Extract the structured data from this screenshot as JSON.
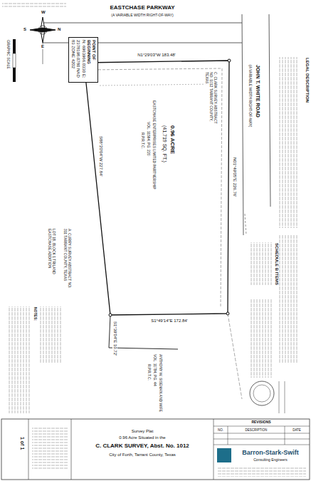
{
  "diagram": {
    "nodes": [
      {
        "text": [
          "POINT OF BEGINNING",
          "N: 6963966.0330 E: 2378198.0780 NAD 83 ZONE 4202"
        ]
      }
    ],
    "labels": [
      "EASTCHASE PARKWAY",
      "(A VARIABLE WIDTH RIGHT-OF-WAY)",
      "N1°29'03\"W 183.48'",
      "JOHN T. WHITE ROAD",
      "(A VARIABLE WIDTH RIGHT-OF-WAY)",
      "C. CLARK SURVEY ABSTRACT NO. 1012 TARRANT COUNTY, TEXAS",
      "0.96 ACRE",
      "(41,719 SQ. FT.)",
      "EASTCHASE ENTERPRISES LIMITED PARTNERSHIP",
      "VOL. 11564, PG. 220",
      "R.P.R.T.C.",
      "N01°49'05\"E 226.76'",
      "S1°49'14\"E 172.84'",
      "S88°20'04\"W 227.84'",
      "S1°39'04\"E 10.72'",
      "ANTHONY W. SISEMAN AND WIFE",
      "VOL. 11784, PG. 44",
      "R.P.R.T.C.",
      "A. CURRY SURVEY ABSTRACT NO. 311 TARRANT COUNTY, TEXAS",
      "LOT 1B, BLOCK 1 TRILAND EASTCHASE ADDITION",
      "NOTES:",
      "GRAPHIC SCALE",
      "W",
      "N",
      "E",
      "S",
      "LEGAL DESCRIPTION",
      "SCHEDULE B ITEMS",
      "REVISIONS",
      "NO.",
      "DESCRIPTION",
      "DATE",
      "Barron-Stark-Swift",
      "Consulting Engineers",
      "Survey Plat",
      "0.96 Acre Situated in the",
      "C. CLARK SURVEY, Abst. No. 1012",
      "City of Forth, Tarrant County, Texas",
      "1 of 1"
    ]
  }
}
